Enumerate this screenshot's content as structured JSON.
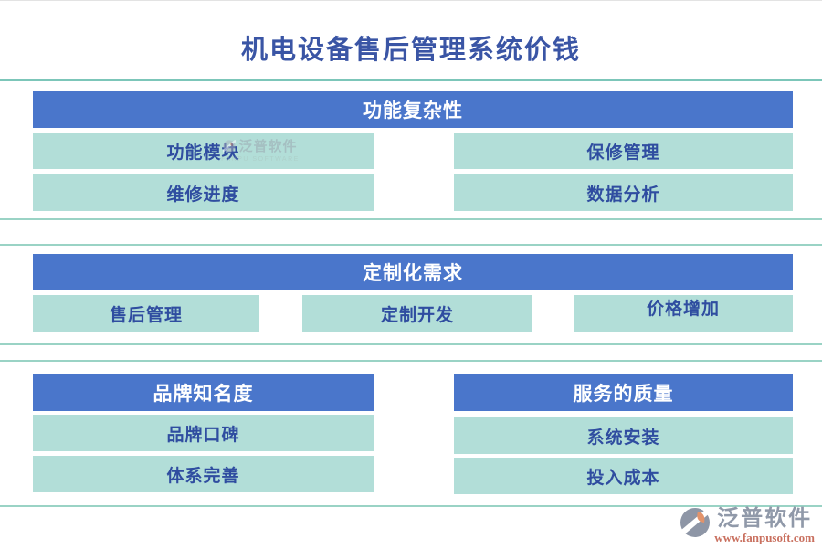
{
  "page": {
    "title": "机电设备售后管理系统价钱"
  },
  "sections": [
    {
      "header": "功能复杂性",
      "items": [
        "功能模块",
        "保修管理",
        "维修进度",
        "数据分析"
      ]
    },
    {
      "header": "定制化需求",
      "items": [
        "售后管理",
        "定制开发",
        "价格增加"
      ]
    },
    {
      "header": "品牌知名度",
      "items": [
        "品牌口碑",
        "体系完善"
      ]
    },
    {
      "header": "服务的质量",
      "items": [
        "系统安装",
        "投入成本"
      ]
    }
  ],
  "watermark": {
    "brand": "泛普软件",
    "subtitle": "FANPU SOFTWARE"
  },
  "footer": {
    "brand": "泛普软件",
    "url": "www.fanpusoft.com"
  },
  "colors": {
    "header_blue": "#4A76CB",
    "box_teal": "#B2DED8",
    "text_blue": "#2F4DA0",
    "title_blue": "#3A55A5",
    "divider_teal": "#7CC6B9",
    "brand_grey": "#9099A9",
    "brand_salmon": "#C9705F",
    "logo_orange": "#E2936B"
  }
}
